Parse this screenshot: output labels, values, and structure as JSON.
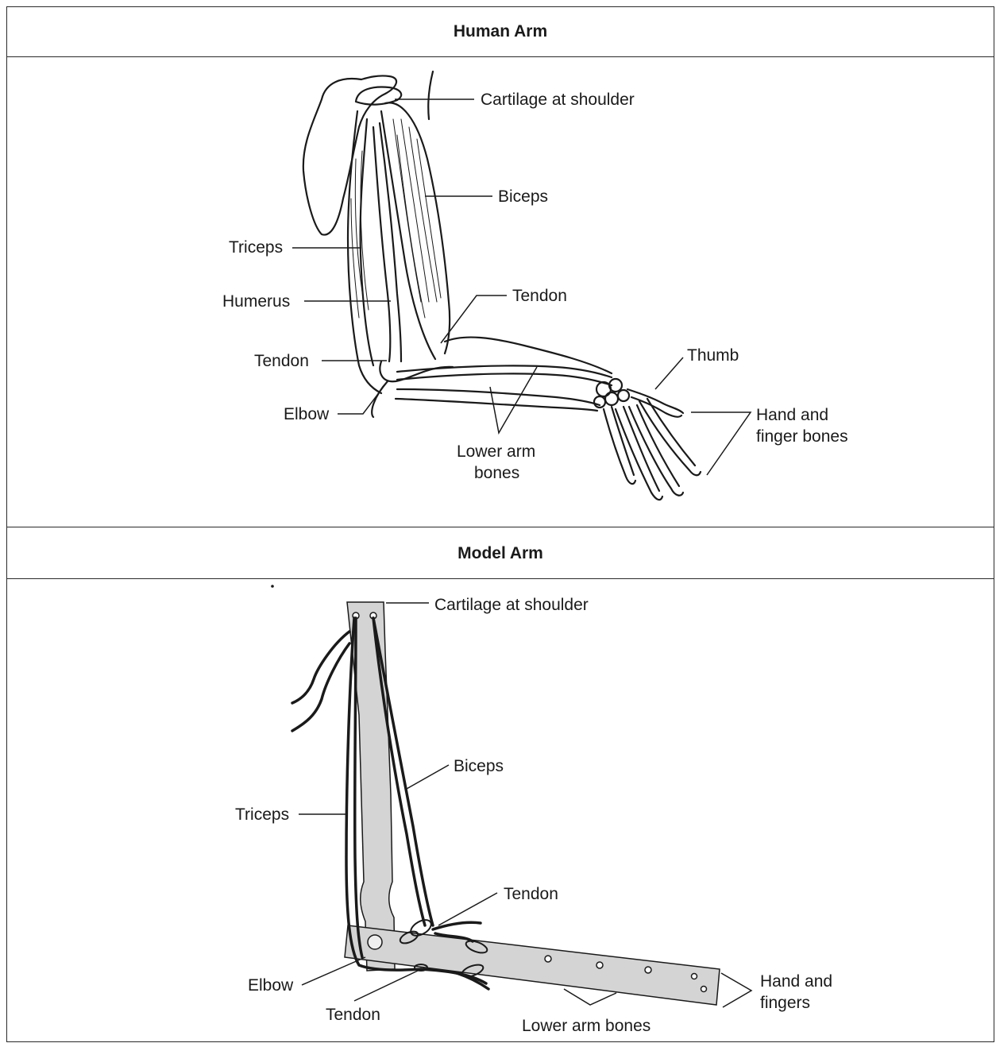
{
  "human_arm": {
    "title": "Human Arm",
    "labels": {
      "cartilage": "Cartilage at shoulder",
      "biceps": "Biceps",
      "triceps": "Triceps",
      "humerus": "Humerus",
      "tendon_upper": "Tendon",
      "tendon_lower": "Tendon",
      "thumb": "Thumb",
      "elbow": "Elbow",
      "hand_line1": "Hand and",
      "hand_line2": "finger bones",
      "lower_line1": "Lower arm",
      "lower_line2": "bones"
    }
  },
  "model_arm": {
    "title": "Model Arm",
    "labels": {
      "cartilage": "Cartilage at shoulder",
      "biceps": "Biceps",
      "triceps": "Triceps",
      "tendon_upper": "Tendon",
      "elbow": "Elbow",
      "tendon_lower": "Tendon",
      "hand_line1": "Hand and",
      "hand_line2": "fingers",
      "lower_arm": "Lower arm bones"
    }
  }
}
